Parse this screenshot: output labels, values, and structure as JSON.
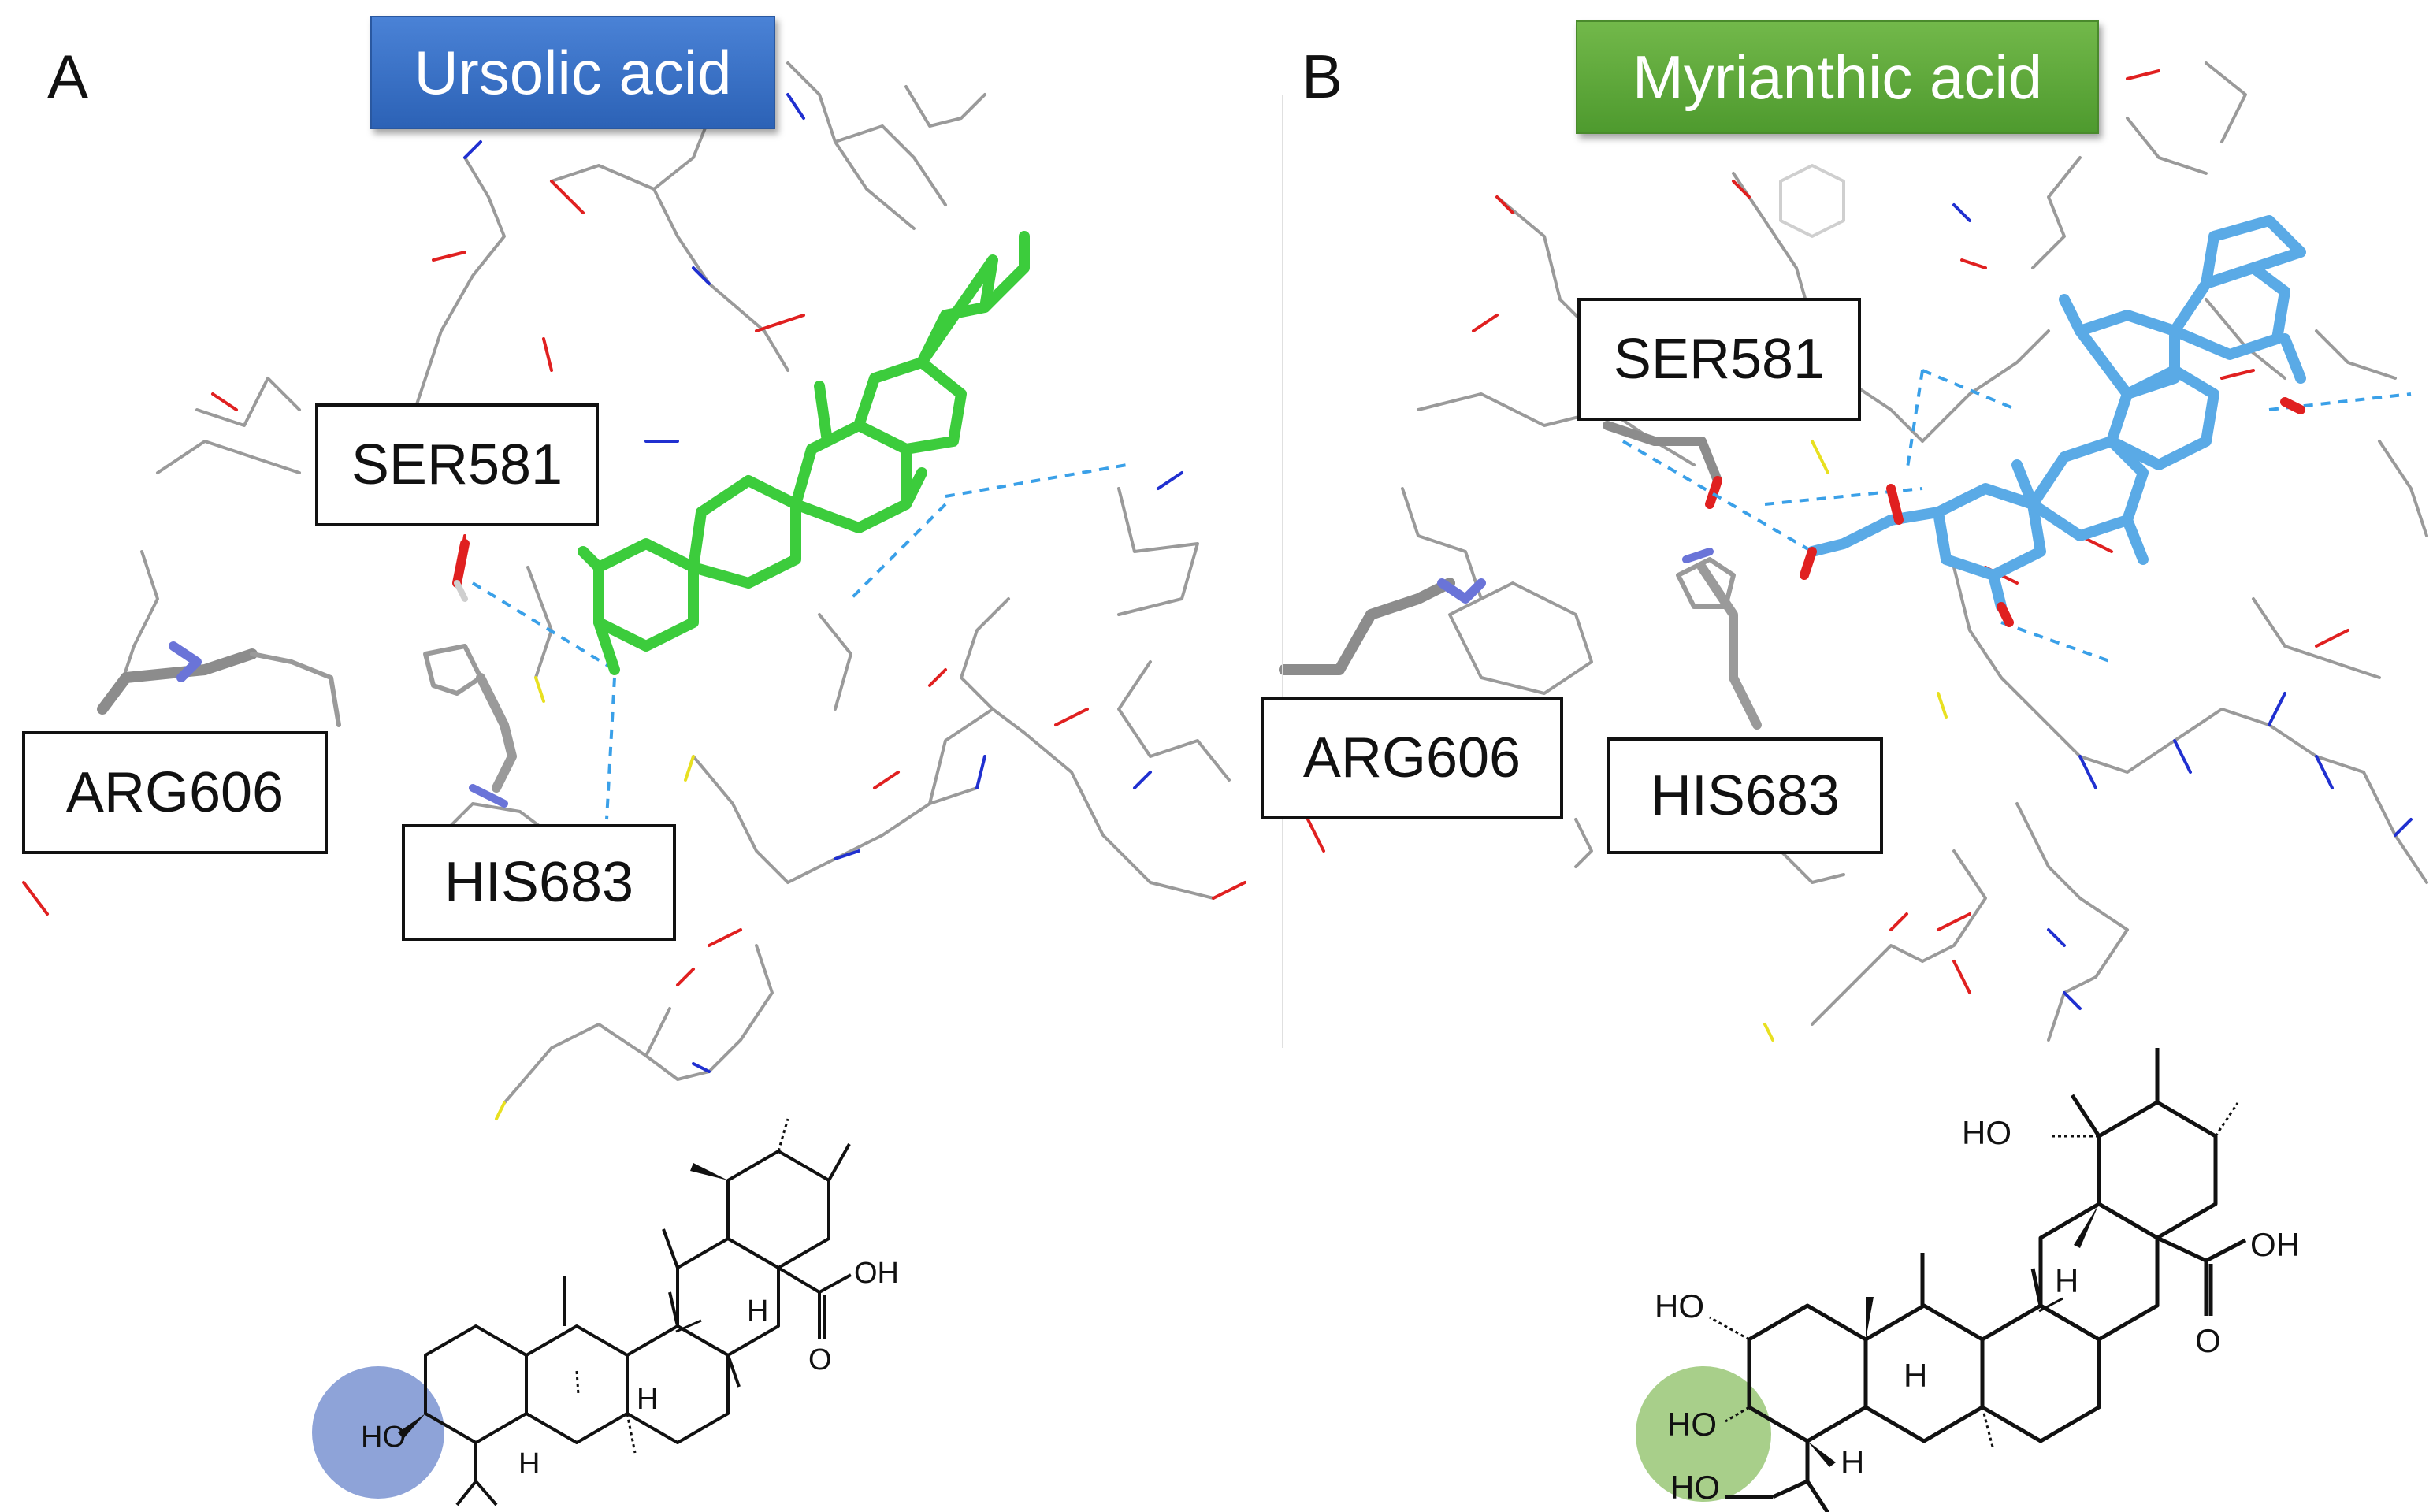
{
  "panels": {
    "a": {
      "letter": "A",
      "title": "Ursolic acid"
    },
    "b": {
      "letter": "B",
      "title": "Myrianthic acid"
    }
  },
  "residues": {
    "ser": "SER581",
    "arg": "ARG606",
    "his": "HIS683"
  },
  "structure_labels": {
    "ho": "HO",
    "oh": "OH",
    "o": "O",
    "h": "H"
  },
  "colors": {
    "ursolic_ligand": "#3ccc3c",
    "myrianthic_ligand": "#5aaae6",
    "ursolic_banner": "#2f66b8",
    "myrianthic_banner": "#56a236",
    "ursolic_highlight": "#8ea3d8",
    "myrianthic_highlight": "#a8cf8a",
    "carbon": "#9a9a9a",
    "oxygen": "#e02020",
    "nitrogen": "#2030d0",
    "sulfur": "#e8e020",
    "hbond": "#3aa0e8"
  }
}
